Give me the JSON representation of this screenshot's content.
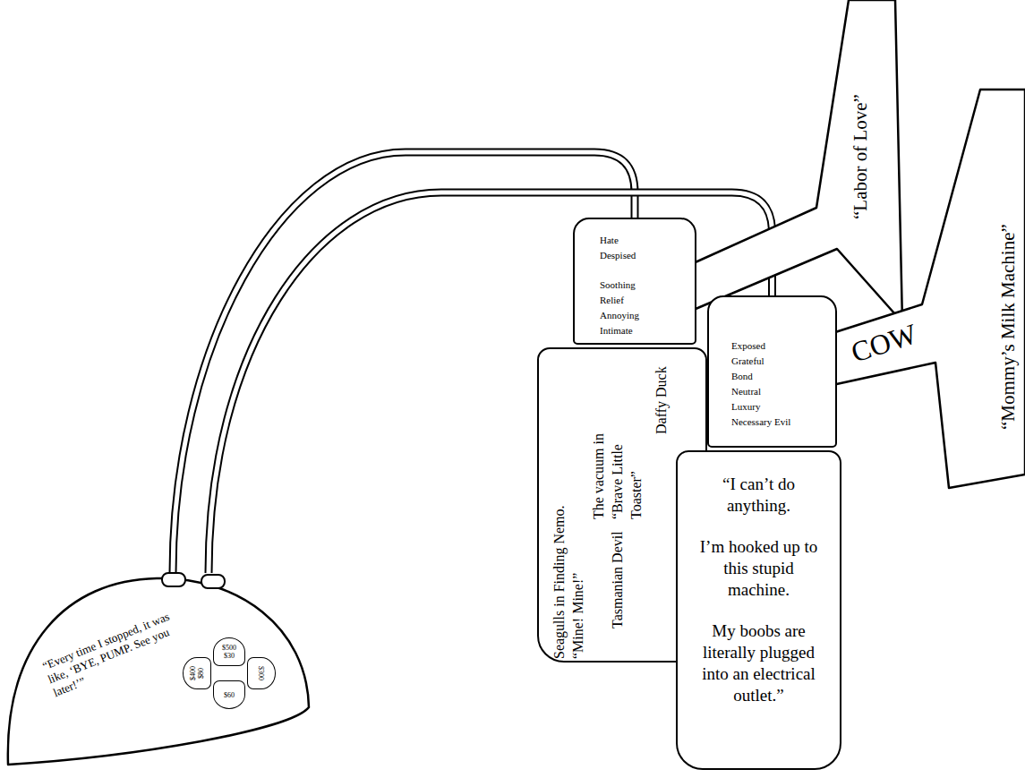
{
  "diagram": {
    "nodes": [
      {
        "text": [
          "“Labor of Love”"
        ]
      },
      {
        "text": [
          "Hate",
          "Despised",
          "Soothing",
          "Relief",
          "Annoying",
          "Intimate"
        ]
      },
      {
        "text": [
          "Seagulls in Finding Nemo. “Mine! Mine!”",
          "The vacuum in “Brave Little Toaster”",
          "Tasmanian Devil",
          "Daffy Duck"
        ]
      },
      {
        "text": [
          "COW",
          "“Mommy’s Milk Machine”"
        ]
      },
      {
        "text": [
          "Exposed",
          "Grateful",
          "Bond",
          "Neutral",
          "Luxury",
          "Necessary Evil"
        ]
      },
      {
        "text": [
          "“I can’t do anything.",
          "I’m hooked up to this stupid machine.",
          "My boobs are literally plugged into an electrical outlet.”"
        ]
      },
      {
        "text": [
          "“Every time I stopped, it was like, ‘BYE, PUMP. See you later!’”"
        ]
      },
      {
        "text": [
          "$500",
          "$30"
        ],
        "in": 6
      },
      {
        "text": [
          "$400",
          "$80"
        ],
        "in": 6
      },
      {
        "text": [
          "$300"
        ],
        "in": 6
      },
      {
        "text": [
          "$60"
        ],
        "in": 6
      }
    ],
    "edges": [
      {
        "from": 6,
        "to": 1,
        "arrow": "none"
      },
      {
        "from": 6,
        "to": 4,
        "arrow": "none"
      }
    ]
  }
}
